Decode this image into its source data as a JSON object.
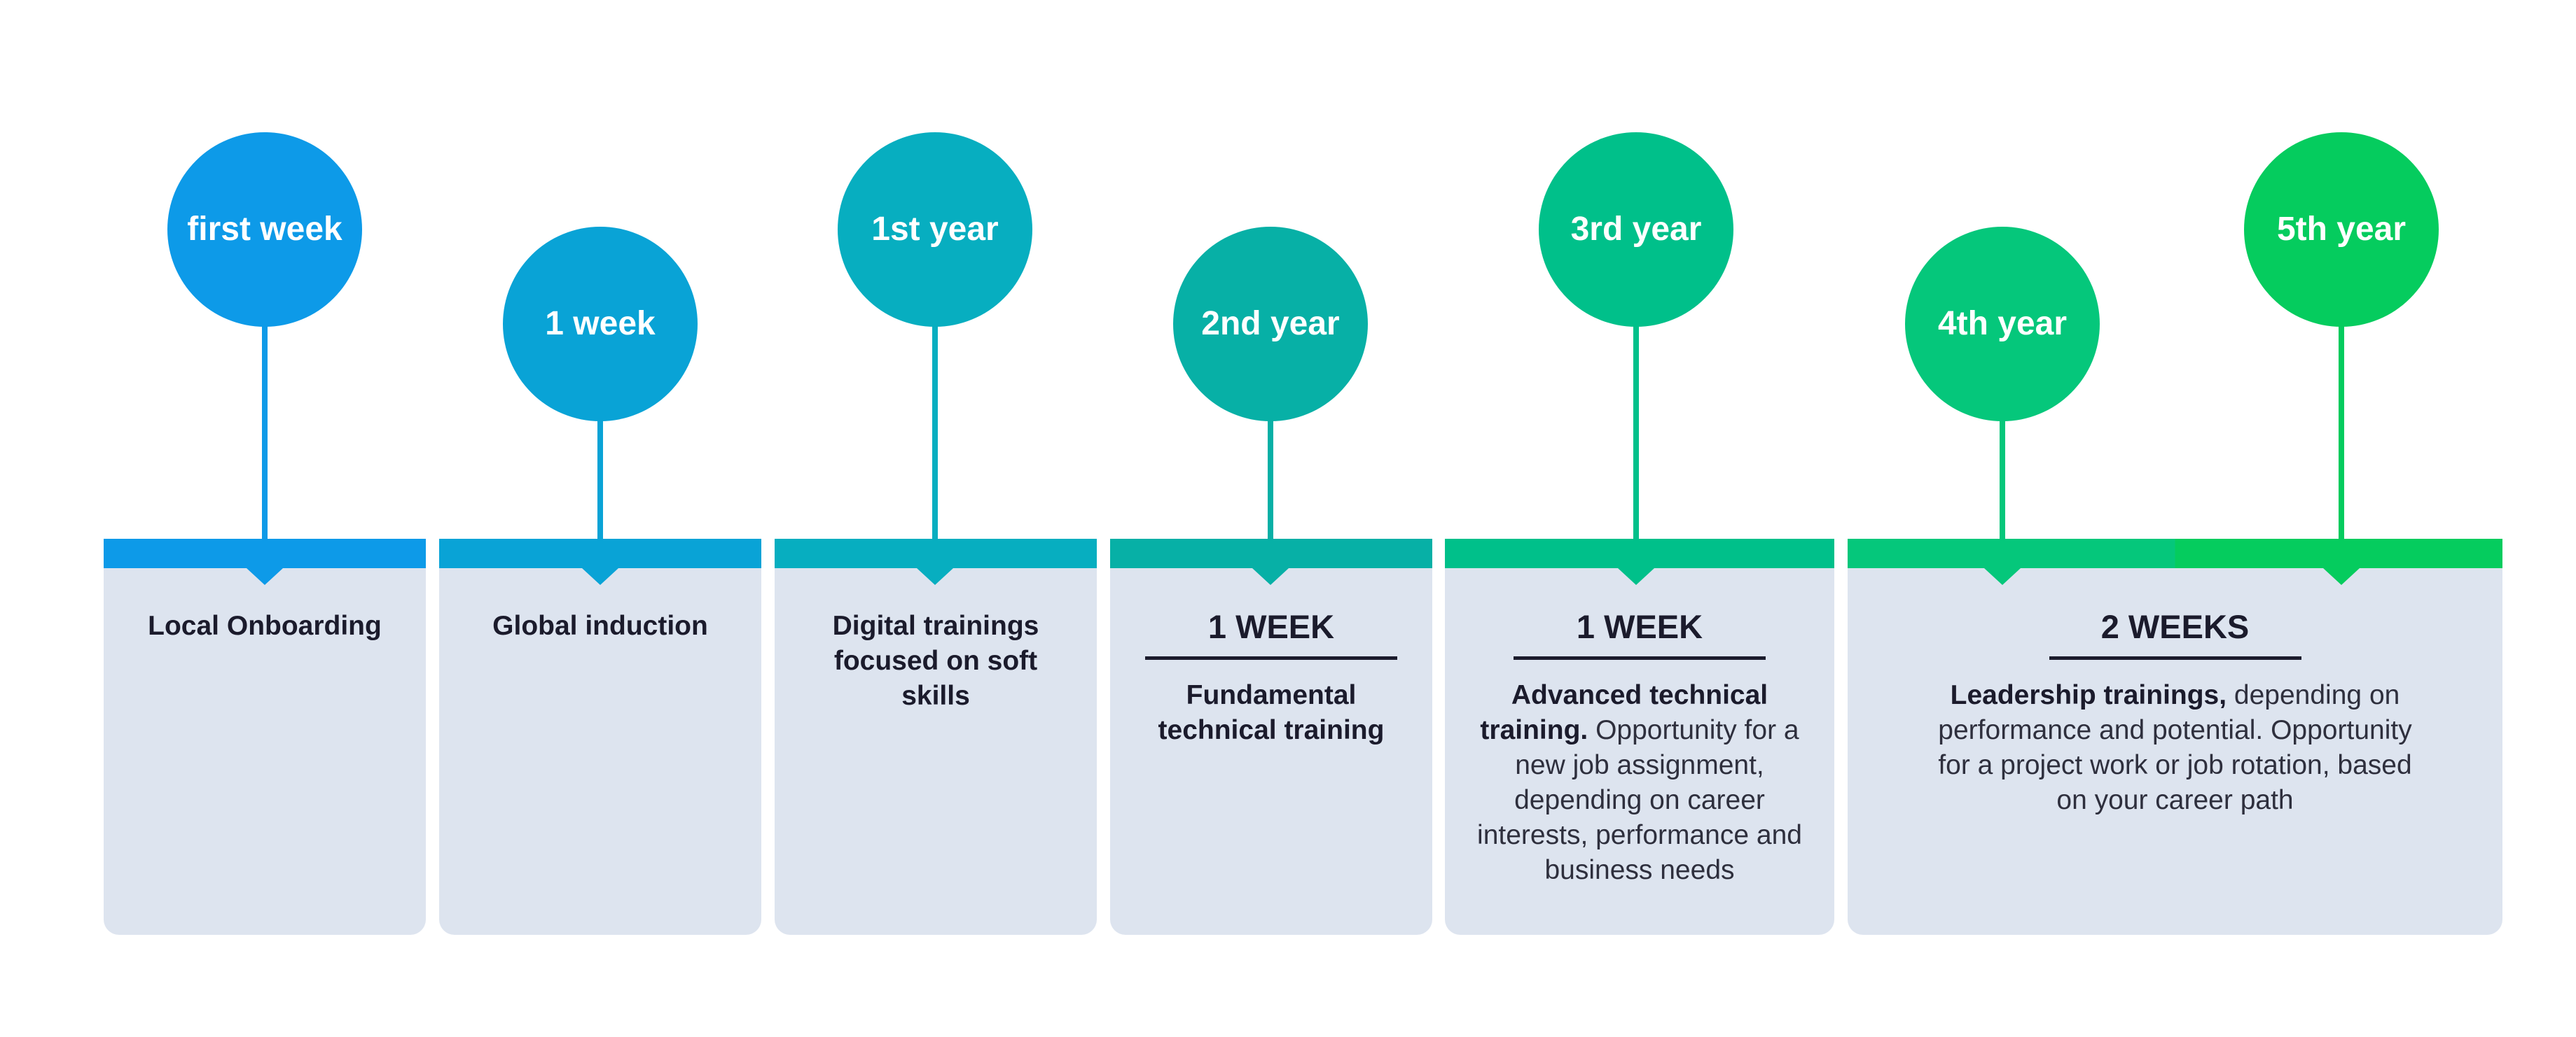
{
  "milestones": [
    {
      "circle_label": "first week",
      "color": "#0d9ae8",
      "title": "Local Onboarding",
      "duration": "",
      "bold_text": "",
      "description": ""
    },
    {
      "circle_label": "1 week",
      "color": "#09a3d6",
      "title": "Global induction",
      "duration": "",
      "bold_text": "",
      "description": ""
    },
    {
      "circle_label": "1st year",
      "color": "#07aec0",
      "title": "Digital trainings focused on soft skills",
      "duration": "",
      "bold_text": "",
      "description": ""
    },
    {
      "circle_label": "2nd year",
      "color": "#07b0a6",
      "title": "Fundamental technical training",
      "duration": "1 WEEK",
      "bold_text": "",
      "description": ""
    },
    {
      "circle_label": "3rd year",
      "color": "#00c08a",
      "title": "",
      "duration": "1 WEEK",
      "bold_text": "Advanced technical training.",
      "description": "Opportunity for a new job assignment, depending on career interests, performance and business needs"
    },
    {
      "circle_label": "4th year",
      "color": "#05c77b",
      "title": "",
      "duration": "2 WEEKS",
      "bold_text": "Leadership trainings,",
      "description": "depending on performance and potential. Opportunity for a project work or job rotation, based on your career path"
    },
    {
      "circle_label": "5th year",
      "color": "#05cc5e",
      "title": "",
      "duration": "",
      "bold_text": "",
      "description": ""
    }
  ]
}
